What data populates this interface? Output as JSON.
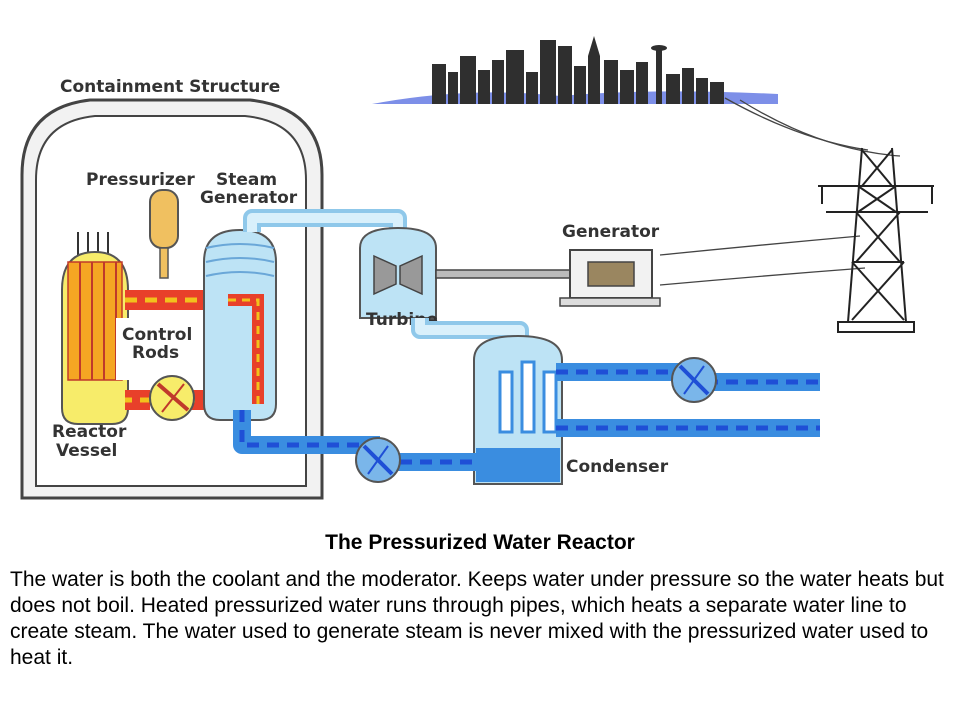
{
  "labels": {
    "containment": "Containment Structure",
    "pressurizer": "Pressurizer",
    "steam_generator_1": "Steam",
    "steam_generator_2": "Generator",
    "generator": "Generator",
    "turbine": "Turbine",
    "control_rods_1": "Control",
    "control_rods_2": "Rods",
    "reactor_vessel_1": "Reactor",
    "reactor_vessel_2": "Vessel",
    "condenser": "Condenser"
  },
  "caption": {
    "title": "The Pressurized Water Reactor",
    "body": "The water is both the coolant and the moderator. Keeps water under pressure so the water heats but does not boil. Heated pressurized water runs through pipes, which heats a separate water line to create steam. The water used to generate steam is never mixed with the pressurized water used to heat it."
  },
  "colors": {
    "hot_water": "#e8402a",
    "hot_dash": "#f2c21c",
    "cold_water": "#3a8de0",
    "cold_dash": "#1f4fd6",
    "steam": "#bde3f5",
    "reactor_core": "#f5a623",
    "reactor_vessel": "#f7ec6a",
    "containment": "#f2f2f2",
    "skyline": "#333333"
  }
}
